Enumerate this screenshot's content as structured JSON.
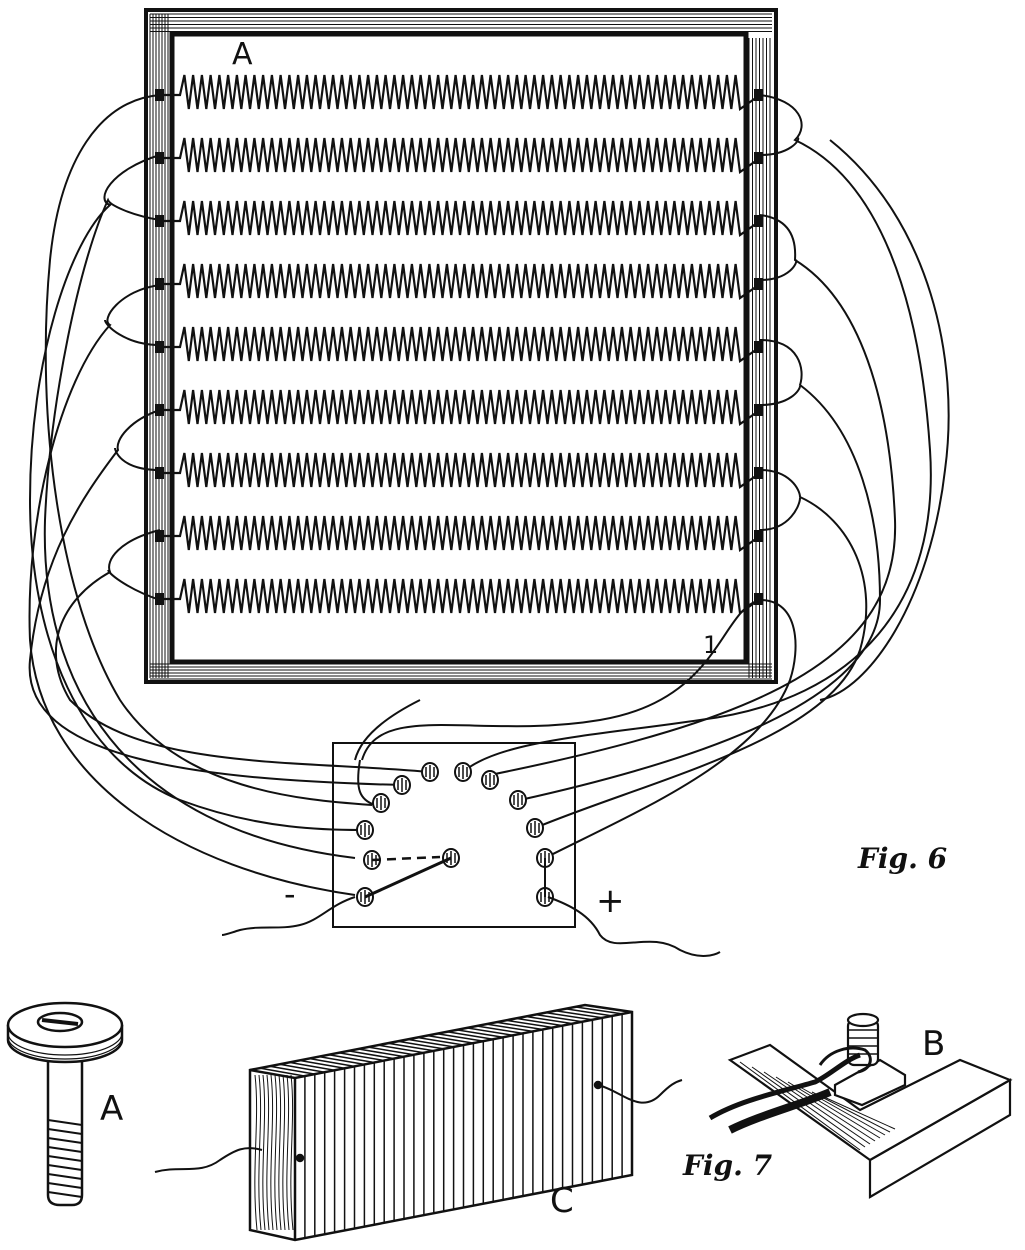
{
  "labels": {
    "frame_corner_top": "A",
    "frame_corner_bottom": "1",
    "minus": "-",
    "plus": "+",
    "fig6": "Fig. 6",
    "binding_post": "A",
    "resistance_block": "C",
    "connection": "B",
    "fig7": "Fig. 7"
  },
  "diagram": {
    "coil_rows": 9,
    "switch_contacts": 13,
    "ink_color": "#111111",
    "paper_color": "#ffffff"
  }
}
